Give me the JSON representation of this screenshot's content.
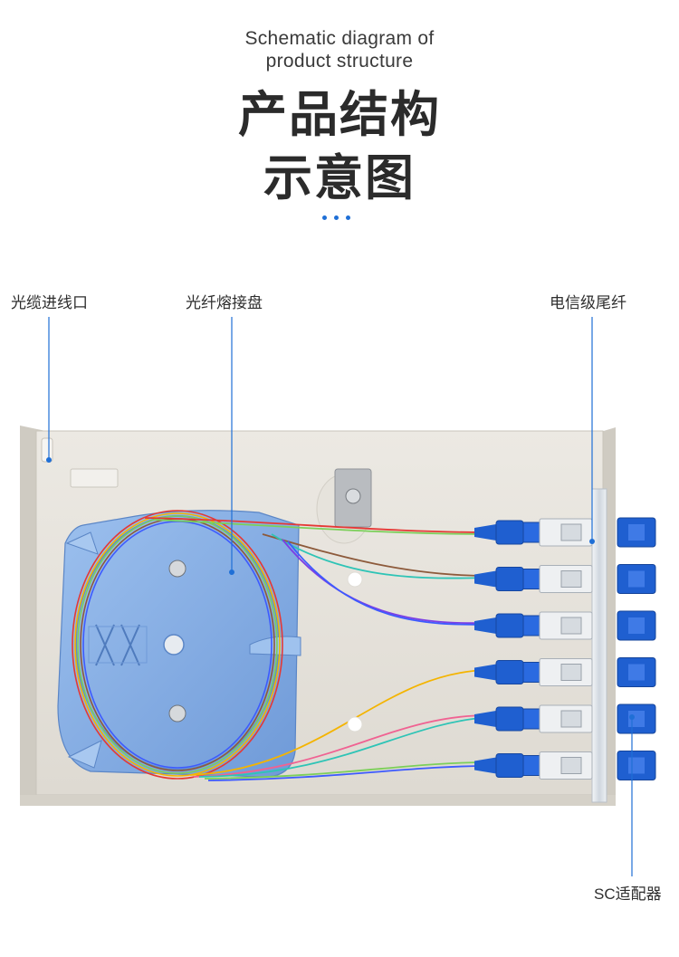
{
  "header": {
    "en_title_line1": "Schematic diagram of",
    "en_title_line2": "product structure",
    "cn_title_line1": "产品结构",
    "cn_title_line2": "示意图"
  },
  "labels": {
    "cable_inlet": "光缆进线口",
    "splice_tray": "光纤熔接盘",
    "pigtail": "电信级尾纤",
    "adapter": "SC适配器"
  },
  "colors": {
    "accent_blue": "#1f6fd6",
    "enclosure": "#e4e1da",
    "tray_blue": "#86aee4",
    "connector_blue": "#1f5fd0"
  },
  "fiber_colors": [
    "#e53935",
    "#8d5a3b",
    "#2ec4b6",
    "#7b3fe4",
    "#f4b400",
    "#f06292",
    "#7ccf5a",
    "#3d5afe"
  ],
  "ports": 6
}
